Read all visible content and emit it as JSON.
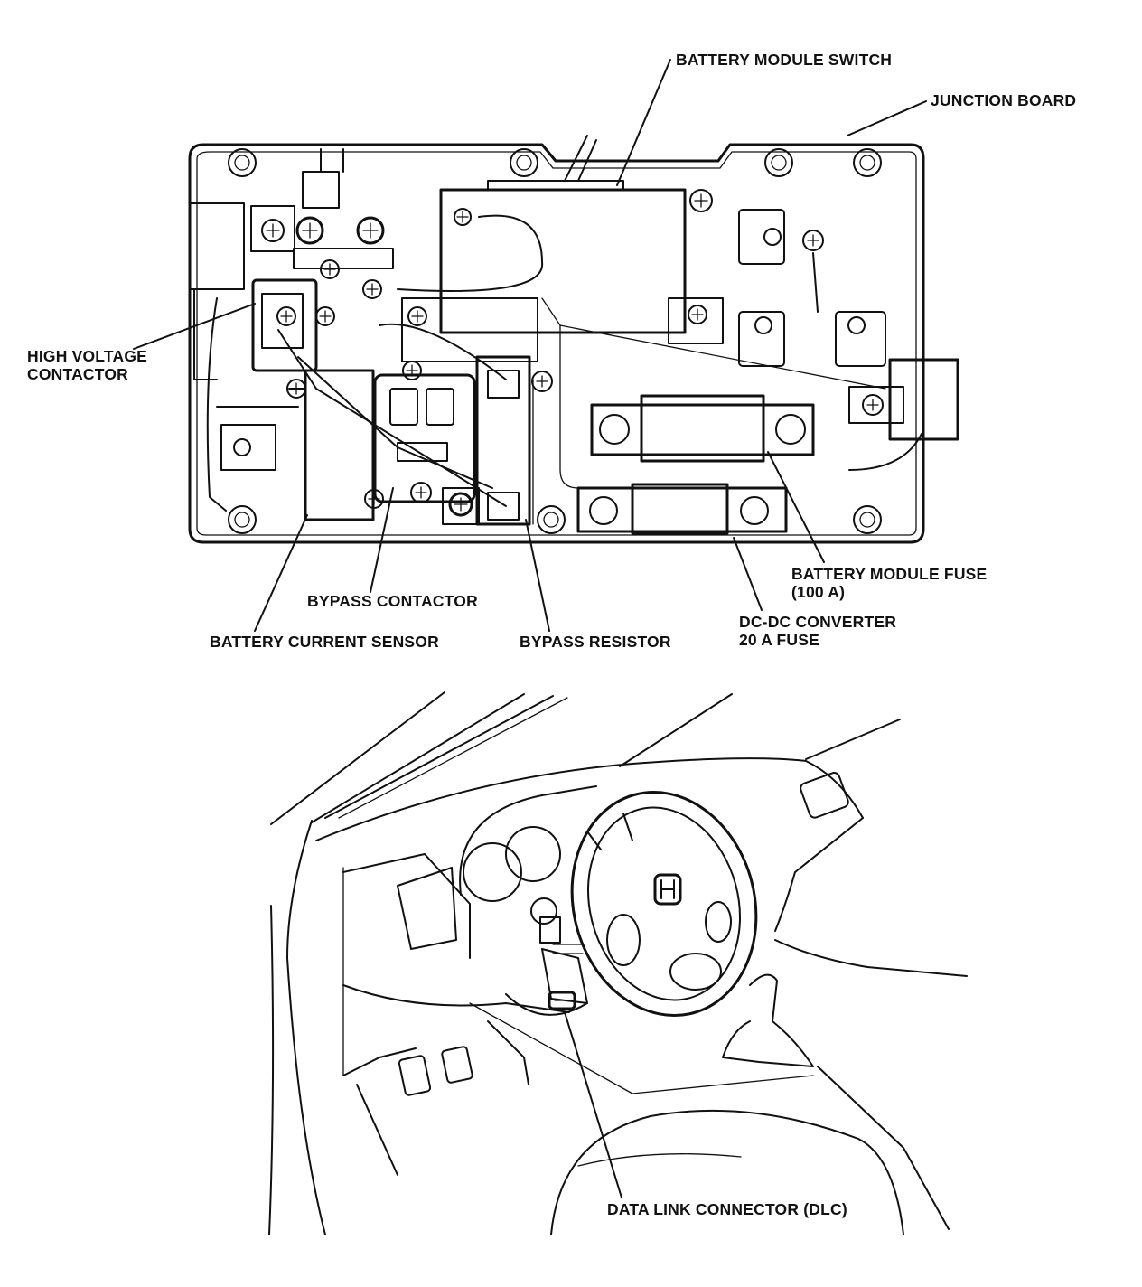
{
  "colors": {
    "ink": "#111111",
    "paper": "#ffffff"
  },
  "top_figure": {
    "labels": {
      "battery_module_switch": "BATTERY MODULE SWITCH",
      "junction_board": "JUNCTION BOARD",
      "high_voltage_contactor_1": "HIGH VOLTAGE",
      "high_voltage_contactor_2": "CONTACTOR",
      "bypass_contactor": "BYPASS CONTACTOR",
      "battery_current_sensor": "BATTERY CURRENT SENSOR",
      "bypass_resistor": "BYPASS RESISTOR",
      "battery_module_fuse_1": "BATTERY MODULE FUSE",
      "battery_module_fuse_2": "(100 A)",
      "dcdc_fuse_1": "DC-DC CONVERTER",
      "dcdc_fuse_2": "20 A FUSE"
    }
  },
  "bottom_figure": {
    "labels": {
      "dlc": "DATA LINK CONNECTOR (DLC)"
    },
    "icons": {
      "steering_emblem": "honda-h-logo"
    }
  }
}
